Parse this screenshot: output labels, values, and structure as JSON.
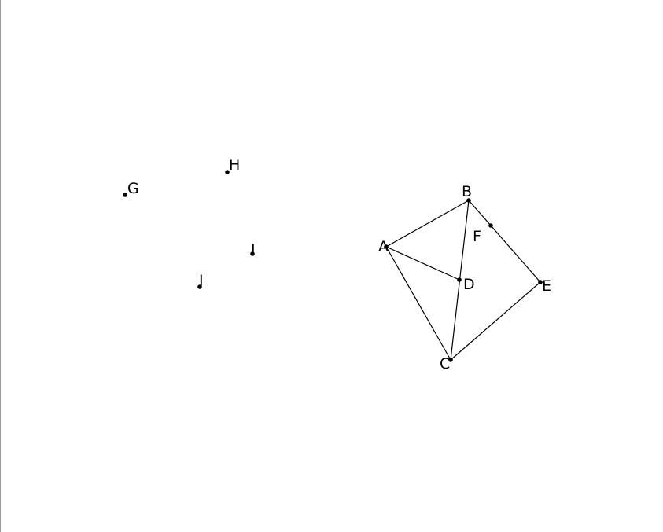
{
  "figure": {
    "points": [
      {
        "id": "A",
        "label": "A"
      },
      {
        "id": "B",
        "label": "B"
      },
      {
        "id": "C",
        "label": "C"
      },
      {
        "id": "D",
        "label": "D"
      },
      {
        "id": "E",
        "label": "E"
      },
      {
        "id": "F",
        "label": "F"
      },
      {
        "id": "G",
        "label": "G"
      },
      {
        "id": "H",
        "label": "H"
      },
      {
        "id": "I",
        "label": "I"
      },
      {
        "id": "J",
        "label": "J"
      }
    ],
    "segments": [
      [
        "A",
        "B"
      ],
      [
        "A",
        "C"
      ],
      [
        "A",
        "D"
      ],
      [
        "B",
        "C"
      ],
      [
        "B",
        "E"
      ],
      [
        "C",
        "E"
      ]
    ],
    "colors": {
      "ink": "#000000",
      "background": "#ffffff",
      "frame": "#9a9a9a"
    }
  }
}
